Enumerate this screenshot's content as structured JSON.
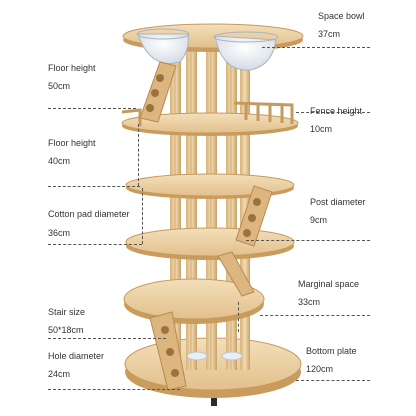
{
  "labels": {
    "space_bowl": "Space bowl",
    "space_bowl_value": "37cm",
    "floor_height_1": "Floor height",
    "floor_height_1_value": "50cm",
    "fence_height": "Fence height",
    "fence_height_value": "10cm",
    "floor_height_2": "Floor height",
    "floor_height_2_value": "40cm",
    "cotton_pad_diameter": "Cotton pad diameter",
    "cotton_pad_diameter_value": "36cm",
    "post_diameter": "Post diameter",
    "post_diameter_value": "9cm",
    "marginal_space": "Marginal space",
    "marginal_space_value": "33cm",
    "stair_size": "Stair size",
    "stair_size_value": "50*18cm",
    "hole_diameter": "Hole diameter",
    "hole_diameter_value": "24cm",
    "bottom_plate": "Bottom plate",
    "bottom_plate_value": "120cm"
  },
  "colors": {
    "wood_light": "#ecd2a4",
    "wood_mid": "#dcb67e",
    "wood_dark": "#c49a5e",
    "wood_edge": "#b88a4e",
    "bowl": "#dfe6ee",
    "text": "#333333"
  }
}
